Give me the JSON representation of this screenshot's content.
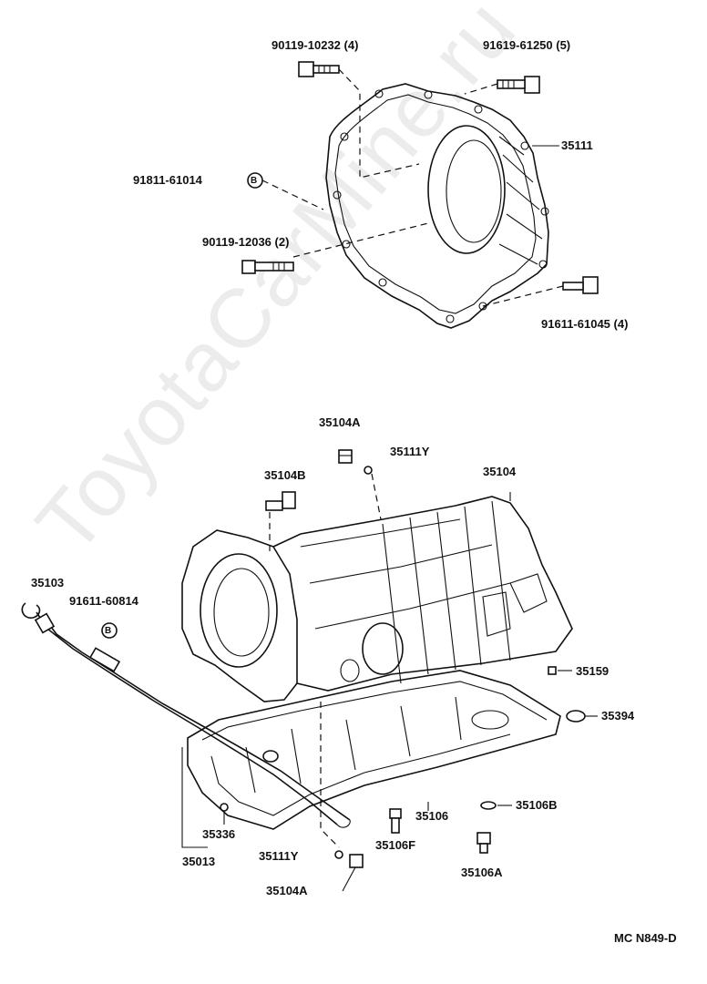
{
  "watermark": "ToyotaCarMine.ru",
  "diagram_code": "MC N849-D",
  "labels": {
    "bolt_top_left": "90119-10232 (4)",
    "bolt_top_right": "91619-61250 (5)",
    "housing": "35111",
    "washer_b_top": "91811-61014",
    "bolt_mid": "90119-12036 (2)",
    "bolt_bottom_right": "91611-61045 (4)",
    "plug_top": "35104A",
    "oring_top": "35111Y",
    "fitting": "35104B",
    "case": "35104",
    "dipstick": "35103",
    "washer_b_left": "91611-60814",
    "plug_side": "35159",
    "magnet": "35394",
    "oring_tube": "35336",
    "tube_assy": "35013",
    "oring_bottom": "35111Y",
    "plug_bottom": "35104A",
    "pan": "35106",
    "pan_bolt": "35106F",
    "drain_gasket": "35106B",
    "drain_plug": "35106A"
  },
  "markers": {
    "washer_symbol": "B"
  }
}
